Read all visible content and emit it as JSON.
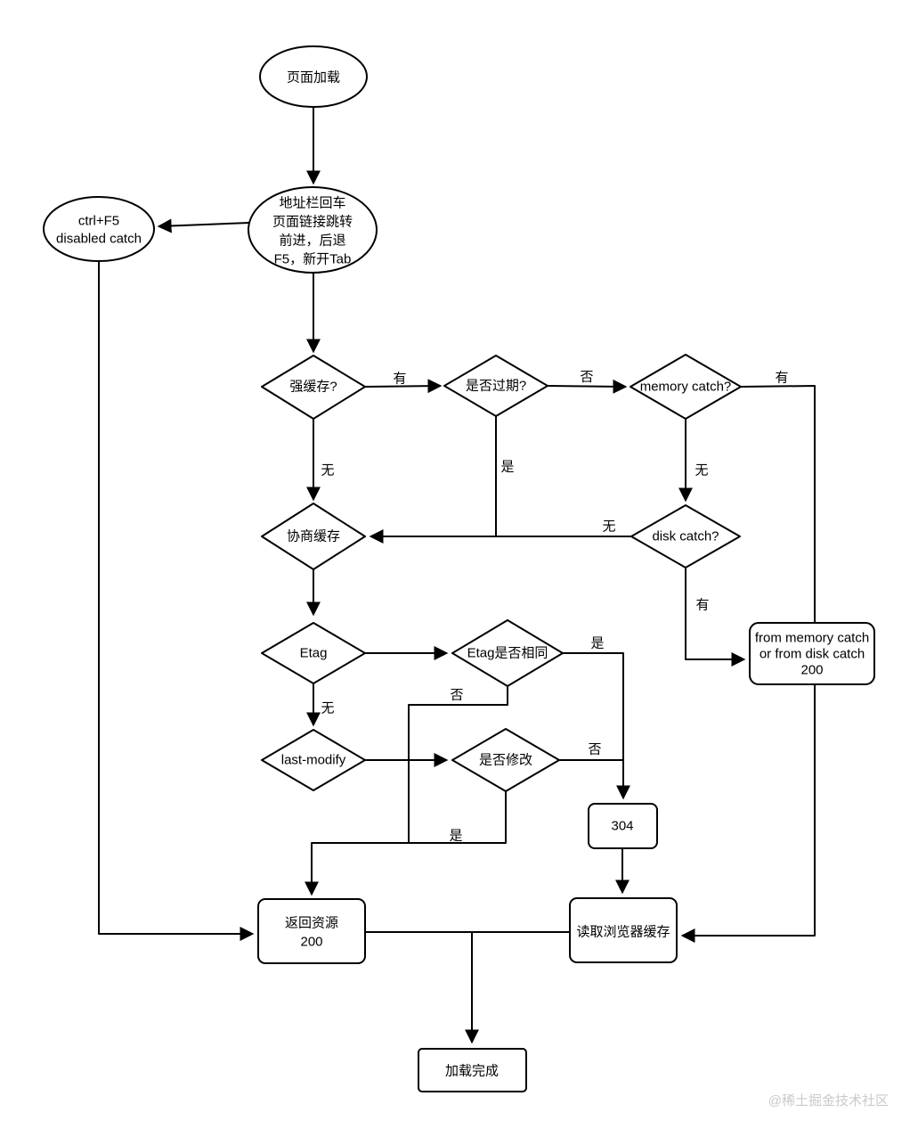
{
  "colors": {
    "stroke": "#000000",
    "background": "#ffffff",
    "watermark": "#c9c9c9"
  },
  "watermark": "@稀土掘金技术社区",
  "nodes": {
    "page_load": {
      "label": "页面加载"
    },
    "entry": {
      "lines": [
        "地址栏回车",
        "页面链接跳转",
        "前进，后退",
        "F5，新开Tab"
      ]
    },
    "ctrl_f5": {
      "lines": [
        "ctrl+F5",
        "disabled catch"
      ]
    },
    "strong_cache": {
      "label": "强缓存?"
    },
    "expired": {
      "label": "是否过期?"
    },
    "memory_catch": {
      "label": "memory catch?"
    },
    "negotiate_cache": {
      "label": "协商缓存"
    },
    "disk_catch": {
      "label": "disk catch?"
    },
    "etag": {
      "label": "Etag"
    },
    "etag_same": {
      "label": "Etag是否相同"
    },
    "last_modify": {
      "label": "last-modify"
    },
    "modified": {
      "label": "是否修改"
    },
    "from_memory": {
      "lines": [
        "from memory catch",
        "or from disk catch",
        "200"
      ]
    },
    "status_304": {
      "label": "304"
    },
    "return_resource": {
      "lines": [
        "返回资源",
        "200"
      ]
    },
    "read_browser_cache": {
      "label": "读取浏览器缓存"
    },
    "load_complete": {
      "label": "加载完成"
    }
  },
  "edge_labels": {
    "strong_has": "有",
    "expired_no": "否",
    "memory_has": "有",
    "strong_none": "无",
    "expired_yes": "是",
    "memory_none": "无",
    "disk_none": "无",
    "disk_has": "有",
    "etag_same_yes": "是",
    "etag_same_no": "否",
    "etag_none": "无",
    "modified_no": "否",
    "modified_yes": "是"
  }
}
